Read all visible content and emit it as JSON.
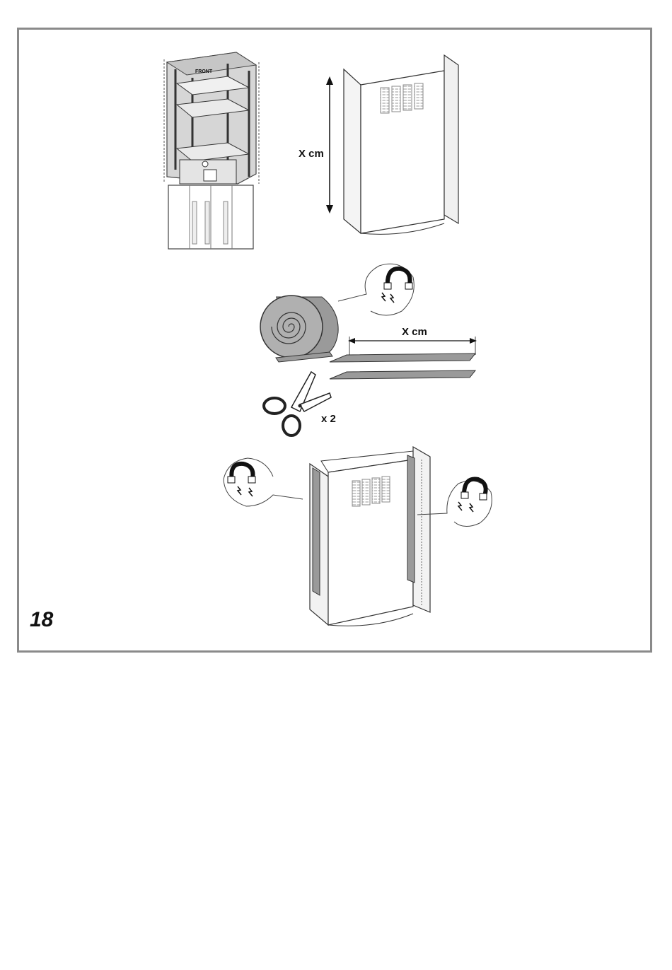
{
  "page": {
    "number": "18"
  },
  "diagram": {
    "top_left": {
      "frame_label": "FRONT"
    },
    "top_right": {
      "dimension_label": "X cm"
    },
    "middle": {
      "strip_length_label": "X cm",
      "quantity_label": "x 2"
    },
    "icons": [
      "magnet-icon",
      "scissors-icon"
    ]
  }
}
